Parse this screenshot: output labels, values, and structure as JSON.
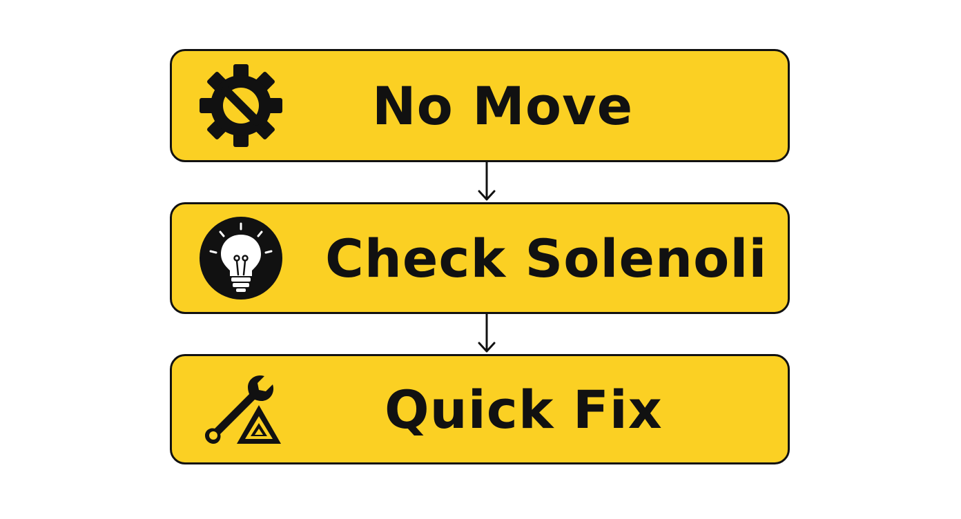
{
  "theme": {
    "box_fill": "#fbd023",
    "box_border": "#111111",
    "text_color": "#111111",
    "arrow_color": "#111111"
  },
  "steps": [
    {
      "label": "No Move",
      "icon": "gear-slash-icon"
    },
    {
      "label": "Check Solenoli",
      "icon": "lightbulb-icon"
    },
    {
      "label": "Quick Fix",
      "icon": "wrench-warning-icon"
    }
  ]
}
